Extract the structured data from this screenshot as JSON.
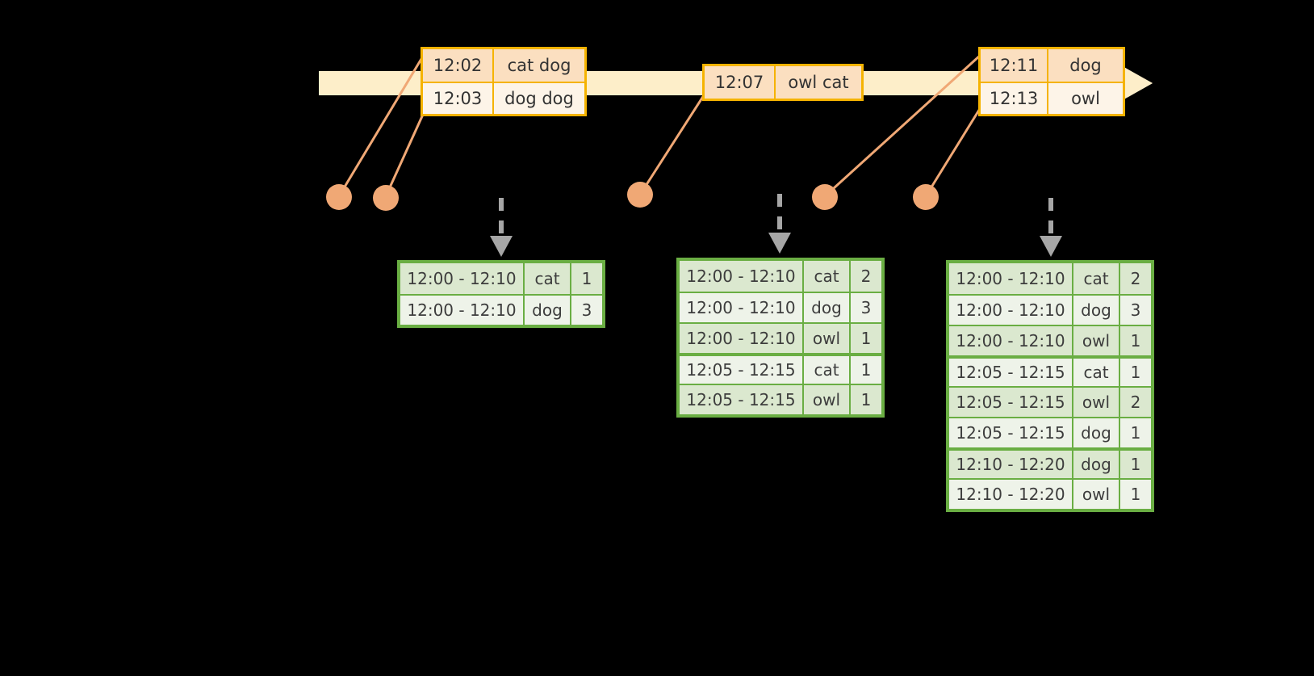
{
  "diagram": {
    "title": "windowed-aggregation-timeline",
    "colors": {
      "background": "#000000",
      "timeline_bar": "#fdeec9",
      "event_border": "#f5b301",
      "event_fill_dark": "#fbdfc0",
      "event_fill_light": "#fdf4e8",
      "connector": "#f0a875",
      "dot": "#f0a875",
      "table_border": "#6aae43",
      "table_fill_dark": "#dbe8cf",
      "table_fill_light": "#eef3e9",
      "dashed_arrow": "#a0a0a0"
    }
  },
  "timeline": {
    "direction_icon": "arrow-right-icon",
    "events": [
      {
        "group": "group-1",
        "rows": [
          {
            "time": "12:02",
            "words": "cat dog"
          },
          {
            "time": "12:03",
            "words": "dog dog"
          }
        ]
      },
      {
        "group": "group-2",
        "rows": [
          {
            "time": "12:07",
            "words": "owl cat"
          }
        ]
      },
      {
        "group": "group-3",
        "rows": [
          {
            "time": "12:11",
            "words": "dog"
          },
          {
            "time": "12:13",
            "words": "owl"
          }
        ]
      }
    ]
  },
  "tables": [
    {
      "id": "table-1",
      "rows": [
        {
          "window": "12:00 - 12:10",
          "key": "cat",
          "count": "1",
          "shade": "shade",
          "sep": false
        },
        {
          "window": "12:00 - 12:10",
          "key": "dog",
          "count": "3",
          "shade": "light",
          "sep": false
        }
      ]
    },
    {
      "id": "table-2",
      "rows": [
        {
          "window": "12:00 - 12:10",
          "key": "cat",
          "count": "2",
          "shade": "shade",
          "sep": false
        },
        {
          "window": "12:00 - 12:10",
          "key": "dog",
          "count": "3",
          "shade": "light",
          "sep": false
        },
        {
          "window": "12:00 - 12:10",
          "key": "owl",
          "count": "1",
          "shade": "shade",
          "sep": false
        },
        {
          "window": "12:05 - 12:15",
          "key": "cat",
          "count": "1",
          "shade": "light",
          "sep": true
        },
        {
          "window": "12:05 - 12:15",
          "key": "owl",
          "count": "1",
          "shade": "shade",
          "sep": false
        }
      ]
    },
    {
      "id": "table-3",
      "rows": [
        {
          "window": "12:00 - 12:10",
          "key": "cat",
          "count": "2",
          "shade": "shade",
          "sep": false
        },
        {
          "window": "12:00 - 12:10",
          "key": "dog",
          "count": "3",
          "shade": "light",
          "sep": false
        },
        {
          "window": "12:00 - 12:10",
          "key": "owl",
          "count": "1",
          "shade": "shade",
          "sep": false
        },
        {
          "window": "12:05 - 12:15",
          "key": "cat",
          "count": "1",
          "shade": "light",
          "sep": true
        },
        {
          "window": "12:05 - 12:15",
          "key": "owl",
          "count": "2",
          "shade": "shade",
          "sep": false
        },
        {
          "window": "12:05 - 12:15",
          "key": "dog",
          "count": "1",
          "shade": "light",
          "sep": false
        },
        {
          "window": "12:10 - 12:20",
          "key": "dog",
          "count": "1",
          "shade": "shade",
          "sep": true
        },
        {
          "window": "12:10 - 12:20",
          "key": "owl",
          "count": "1",
          "shade": "light",
          "sep": false
        }
      ]
    }
  ]
}
